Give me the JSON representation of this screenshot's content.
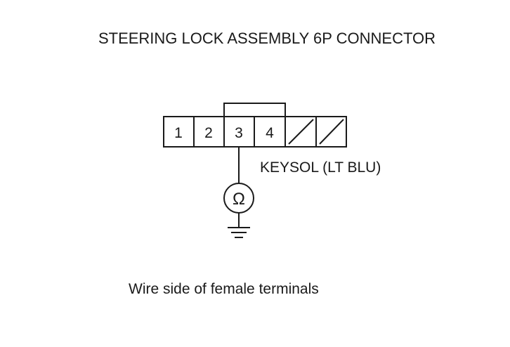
{
  "title": "STEERING LOCK ASSEMBLY 6P CONNECTOR",
  "connector": {
    "pins": [
      {
        "label": "1",
        "used": true
      },
      {
        "label": "2",
        "used": true
      },
      {
        "label": "3",
        "used": true
      },
      {
        "label": "4",
        "used": true
      },
      {
        "label": "",
        "used": false
      },
      {
        "label": "",
        "used": false
      }
    ]
  },
  "wire_label": "KEYSOL (LT BLU)",
  "meter_symbol": "Ω",
  "caption": "Wire side of female terminals"
}
